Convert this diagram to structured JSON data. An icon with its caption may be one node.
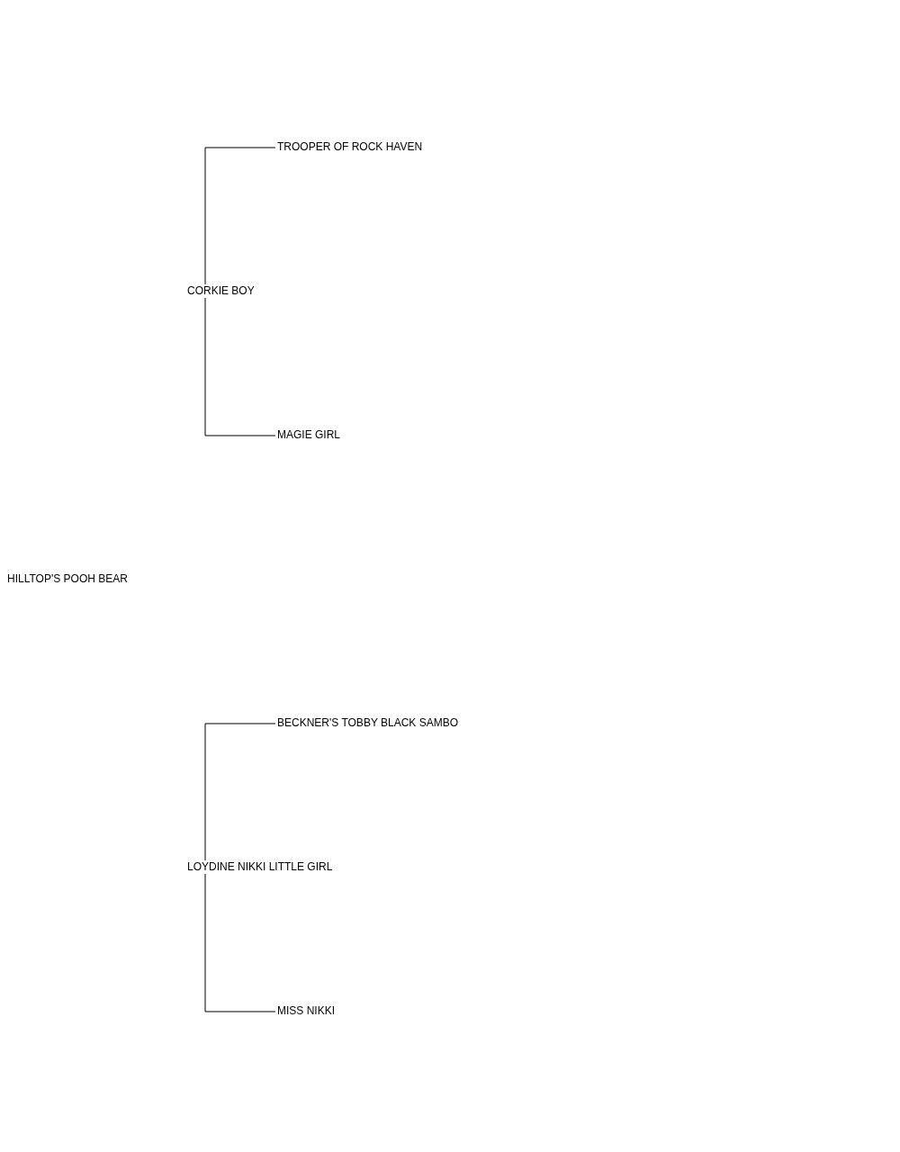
{
  "diagram": {
    "nodes": [
      {
        "text": [
          "TROOPER OF ROCK HAVEN"
        ]
      },
      {
        "text": [
          "CORKIE BOY"
        ]
      },
      {
        "text": [
          "MAGIE GIRL"
        ]
      },
      {
        "text": [
          "HILLTOP'S POOH BEAR"
        ]
      },
      {
        "text": [
          "BECKNER'S TOBBY BLACK SAMBO"
        ]
      },
      {
        "text": [
          "LOYDINE NIKKI LITTLE GIRL"
        ]
      },
      {
        "text": [
          "MISS NIKKI"
        ]
      }
    ],
    "edges": [
      {
        "from": 1,
        "to": 0,
        "arrow": "none"
      },
      {
        "from": 1,
        "to": 2,
        "arrow": "none"
      },
      {
        "from": 5,
        "to": 4,
        "arrow": "none"
      },
      {
        "from": 5,
        "to": 6,
        "arrow": "none"
      }
    ]
  }
}
